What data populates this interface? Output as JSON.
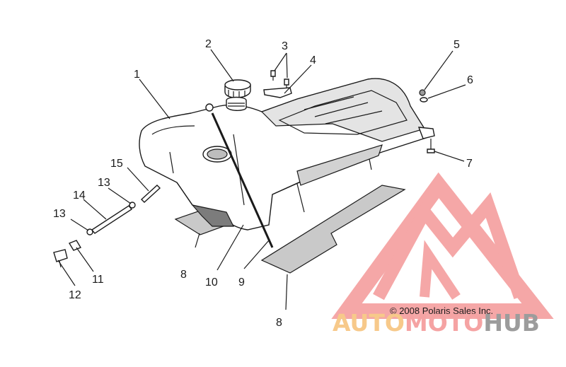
{
  "colors": {
    "watermark_red": "#f5a3a3",
    "watermark_orange": "#f7c98a",
    "watermark_gray": "#9c9c9c",
    "line": "#1a1a1a",
    "background": "#ffffff"
  },
  "callouts": [
    "1",
    "2",
    "3",
    "4",
    "5",
    "6",
    "7",
    "8",
    "8",
    "9",
    "10",
    "11",
    "12",
    "13",
    "13",
    "14",
    "15"
  ],
  "copyright": "© 2008 Polaris Sales Inc.",
  "watermark": {
    "part1": "AUTO",
    "part2": "MOTO",
    "part3": "HUB"
  }
}
